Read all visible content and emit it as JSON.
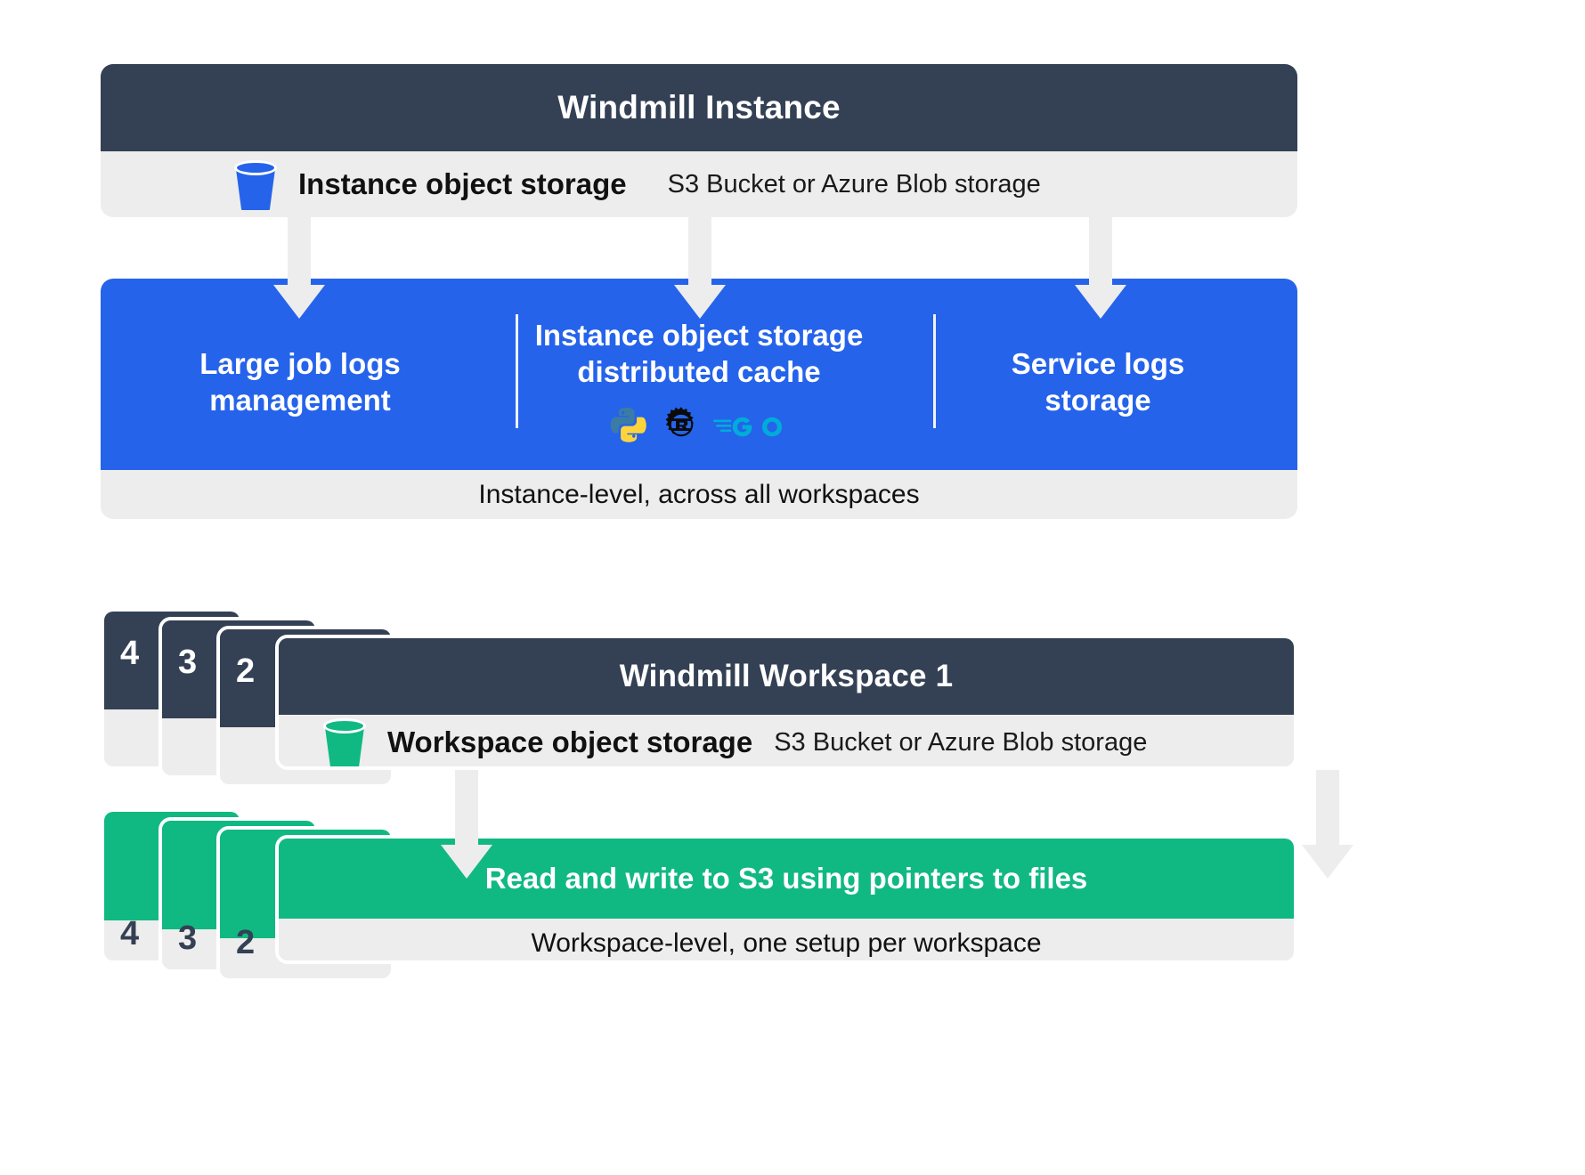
{
  "instance": {
    "title": "Windmill Instance",
    "storage_label": "Instance object storage",
    "storage_sub": "S3 Bucket or Azure Blob storage",
    "bucket_icon": "bucket-icon",
    "bucket_color": "#2563EB"
  },
  "features": {
    "background_color": "#2563EB",
    "caption": "Instance-level, across all workspaces",
    "items": [
      {
        "title": "Large job logs\nmanagement",
        "logos": []
      },
      {
        "title": "Instance object storage\ndistributed cache",
        "logos": [
          "python-logo",
          "rust-logo",
          "go-logo"
        ]
      },
      {
        "title": "Service logs\nstorage",
        "logos": []
      }
    ]
  },
  "workspace": {
    "title": "Windmill Workspace 1",
    "storage_label": "Workspace object storage",
    "storage_sub": "S3 Bucket or Azure Blob storage",
    "bucket_icon": "bucket-icon",
    "bucket_color": "#10B981",
    "stack_numbers": [
      "4",
      "3",
      "2"
    ]
  },
  "workspace_action": {
    "background_color": "#10B981",
    "title": "Read and write to S3 using pointers to files",
    "caption": "Workspace-level, one setup per workspace",
    "stack_numbers": [
      "4",
      "3",
      "2"
    ]
  },
  "colors": {
    "dark_header": "#344054",
    "strip_gray": "#ededed",
    "blue": "#2563EB",
    "green": "#10B981",
    "go_cyan": "#00ADD8",
    "python_blue": "#3A7CA5",
    "python_yellow": "#FFD43B"
  }
}
